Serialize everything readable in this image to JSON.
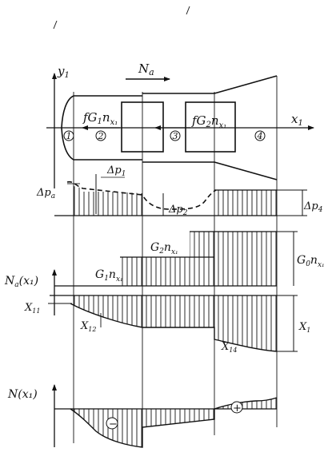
{
  "labels": {
    "axis_y1": "y",
    "axis_y1_sub": "1",
    "axis_x1": "x",
    "axis_x1_sub": "1",
    "force_na": "N",
    "force_na_sub": "a",
    "friction_1": "fG",
    "friction_1_sub": "1",
    "friction_1_n": "n",
    "friction_1_nsub": "x₁",
    "friction_2": "fG",
    "friction_2_sub": "2",
    "friction_2_n": "n",
    "friction_2_nsub": "x₁",
    "section_1": "1",
    "section_2": "2",
    "section_3": "3",
    "section_4": "4",
    "delta_pa": "Δp",
    "delta_pa_sub": "a",
    "delta_p1": "Δp",
    "delta_p1_sub": "1",
    "delta_p2": "Δp",
    "delta_p2_sub": "2",
    "delta_p4": "Δp",
    "delta_p4_sub": "4",
    "g2n": "G",
    "g2n_sub": "2",
    "g2n_n": "n",
    "g2n_nsub": "x₁",
    "g1n": "G",
    "g1n_sub": "1",
    "g1n_n": "n",
    "g1n_nsub": "x₁",
    "g0n": "G",
    "g0n_sub": "0",
    "g0n_n": "n",
    "g0n_nsub": "x₁",
    "na_x1": "N",
    "na_x1_sub": "a",
    "na_x1_arg": "(x₁)",
    "x11": "X",
    "x11_sub": "11",
    "x12": "X",
    "x12_sub": "12",
    "x14": "X",
    "x14_sub": "14",
    "x1": "X",
    "x1_sub": "1",
    "n_x1": "N(x₁)",
    "minus_sign": "−",
    "plus_sign": "+"
  }
}
